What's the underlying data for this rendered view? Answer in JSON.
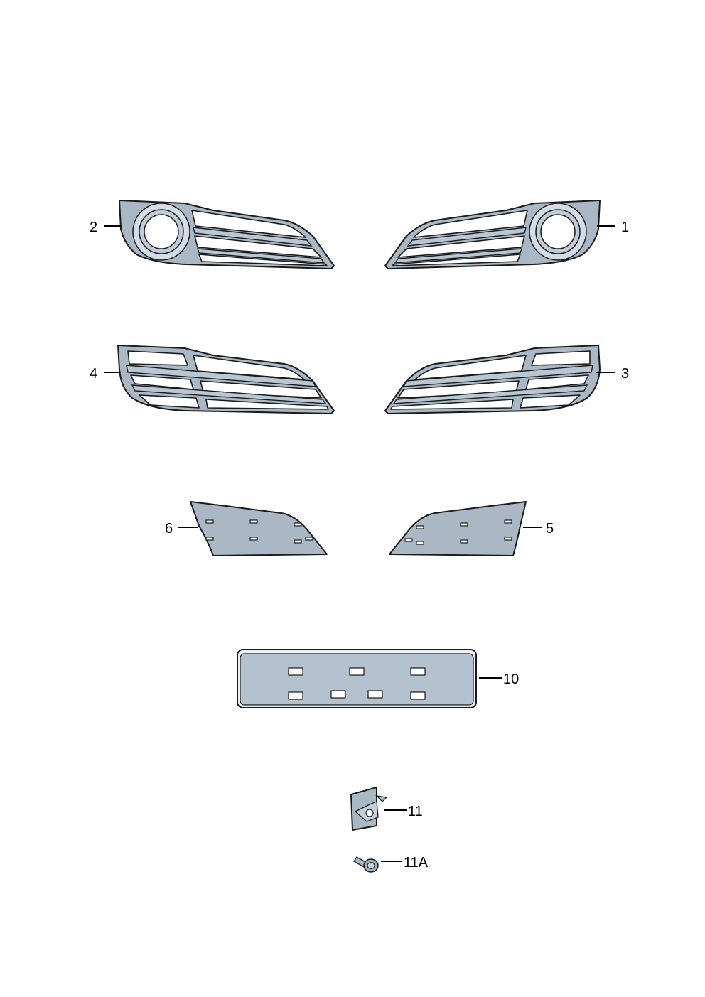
{
  "callouts": {
    "c1": "1",
    "c2": "2",
    "c3": "3",
    "c4": "4",
    "c5": "5",
    "c6": "6",
    "c10": "10",
    "c11": "11",
    "c11a": "11A"
  },
  "colors": {
    "part_fill": "#aab8c6",
    "part_light": "#d4dde6",
    "outline": "#1a1a1a",
    "background": "#ffffff"
  }
}
